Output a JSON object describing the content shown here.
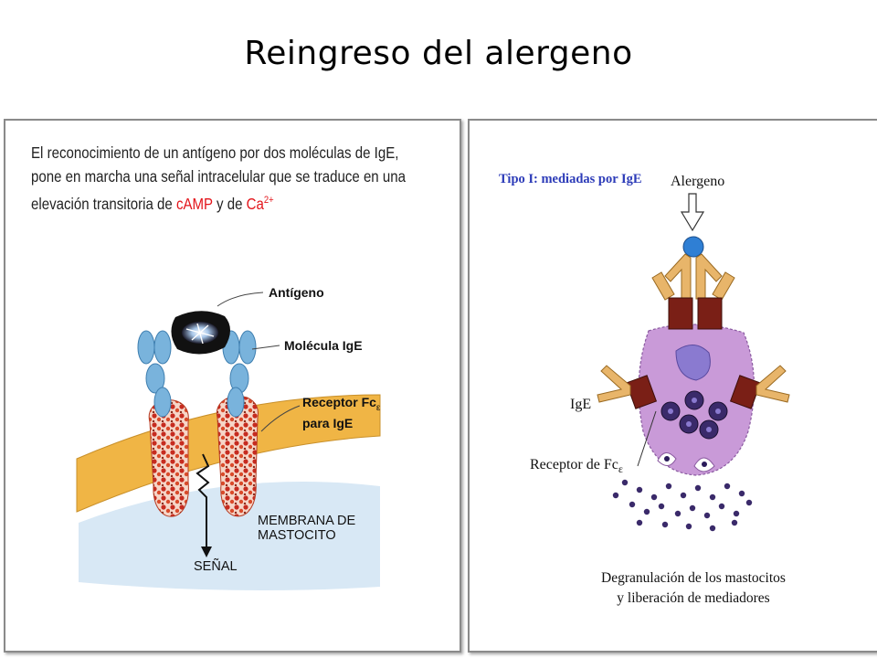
{
  "title": "Reingreso del alergeno",
  "left_panel": {
    "intro_line1": "El reconocimiento de un antígeno por dos moléculas de IgE,",
    "intro_line2": "pone en marcha una señal intracelular que se traduce en una",
    "intro_line3_pre": "elevación transitoria de ",
    "intro_camp": "cAMP",
    "intro_mid": " y de ",
    "intro_ca": "Ca",
    "intro_ca_sup": "2+",
    "label_antigeno": "Antígeno",
    "label_molecula": "Molécula IgE",
    "label_receptor_line1": "Receptor Fc",
    "label_receptor_sub": "ε",
    "label_receptor_line2": "para IgE",
    "label_membrana_line1": "MEMBRANA DE",
    "label_membrana_line2": "MASTOCITO",
    "label_senal": "SEÑAL"
  },
  "right_panel": {
    "tipo_label": "Tipo I: mediadas por IgE",
    "label_alergeno": "Alergeno",
    "label_ige": "IgE",
    "label_receptor": "Receptor de Fc",
    "label_receptor_sub": "ε",
    "caption_line1": "Degranulación de los mastocitos",
    "caption_line2": "y  liberación de mediadores"
  },
  "colors": {
    "red_text": "#e3151b",
    "tipo_blue": "#2c3bb8",
    "ige_blue": "#79b3dc",
    "membrane_orange": "#f0b545",
    "cell_purple": "#c99ad8",
    "receptor_brown": "#7a1f16",
    "antibody_tan": "#e8b56a"
  }
}
